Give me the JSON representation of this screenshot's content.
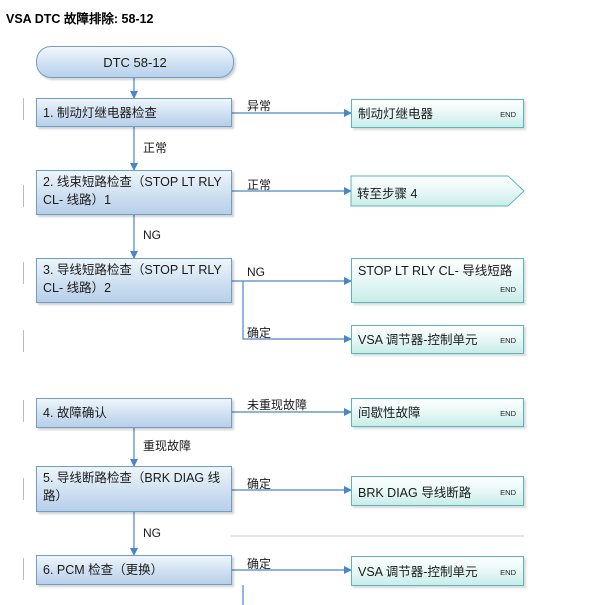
{
  "title": "VSA DTC 故障排除: 58-12",
  "start": "DTC 58-12",
  "steps": [
    {
      "text": "1. 制动灯继电器检查"
    },
    {
      "text": "2. 线束短路检查（STOP LT RLY CL- 线路）1"
    },
    {
      "text": "3. 导线短路检查（STOP LT RLY CL- 线路）2"
    },
    {
      "text": "4. 故障确认"
    },
    {
      "text": "5. 导线断路检查（BRK DIAG 线路）"
    },
    {
      "text": "6. PCM 检查（更换）"
    }
  ],
  "results": [
    {
      "text": "制动灯继电器",
      "end": "END"
    },
    {
      "text": "转至步骤 4"
    },
    {
      "text": "STOP LT RLY CL- 导线短路",
      "end": "END"
    },
    {
      "text": "VSA 调节器-控制单元",
      "end": "END"
    },
    {
      "text": "间歇性故障",
      "end": "END"
    },
    {
      "text": "BRK DIAG 导线断路",
      "end": "END"
    },
    {
      "text": "VSA 调节器-控制单元",
      "end": "END"
    }
  ],
  "labels": {
    "s1_right": "异常",
    "s1_down": "正常",
    "s2_right": "正常",
    "s2_down": "NG",
    "s3_right": "NG",
    "s3_branch": "确定",
    "s4_right": "未重现故障",
    "s4_down": "重现故障",
    "s5_right": "确定",
    "s5_down": "NG",
    "s6_right": "确定"
  },
  "colors": {
    "step_fill": "#cfe0f1",
    "step_border": "#6f9fc8",
    "result_fill": "#e4f7f5",
    "result_border": "#56b9b8",
    "connector": "#4a86c5"
  }
}
